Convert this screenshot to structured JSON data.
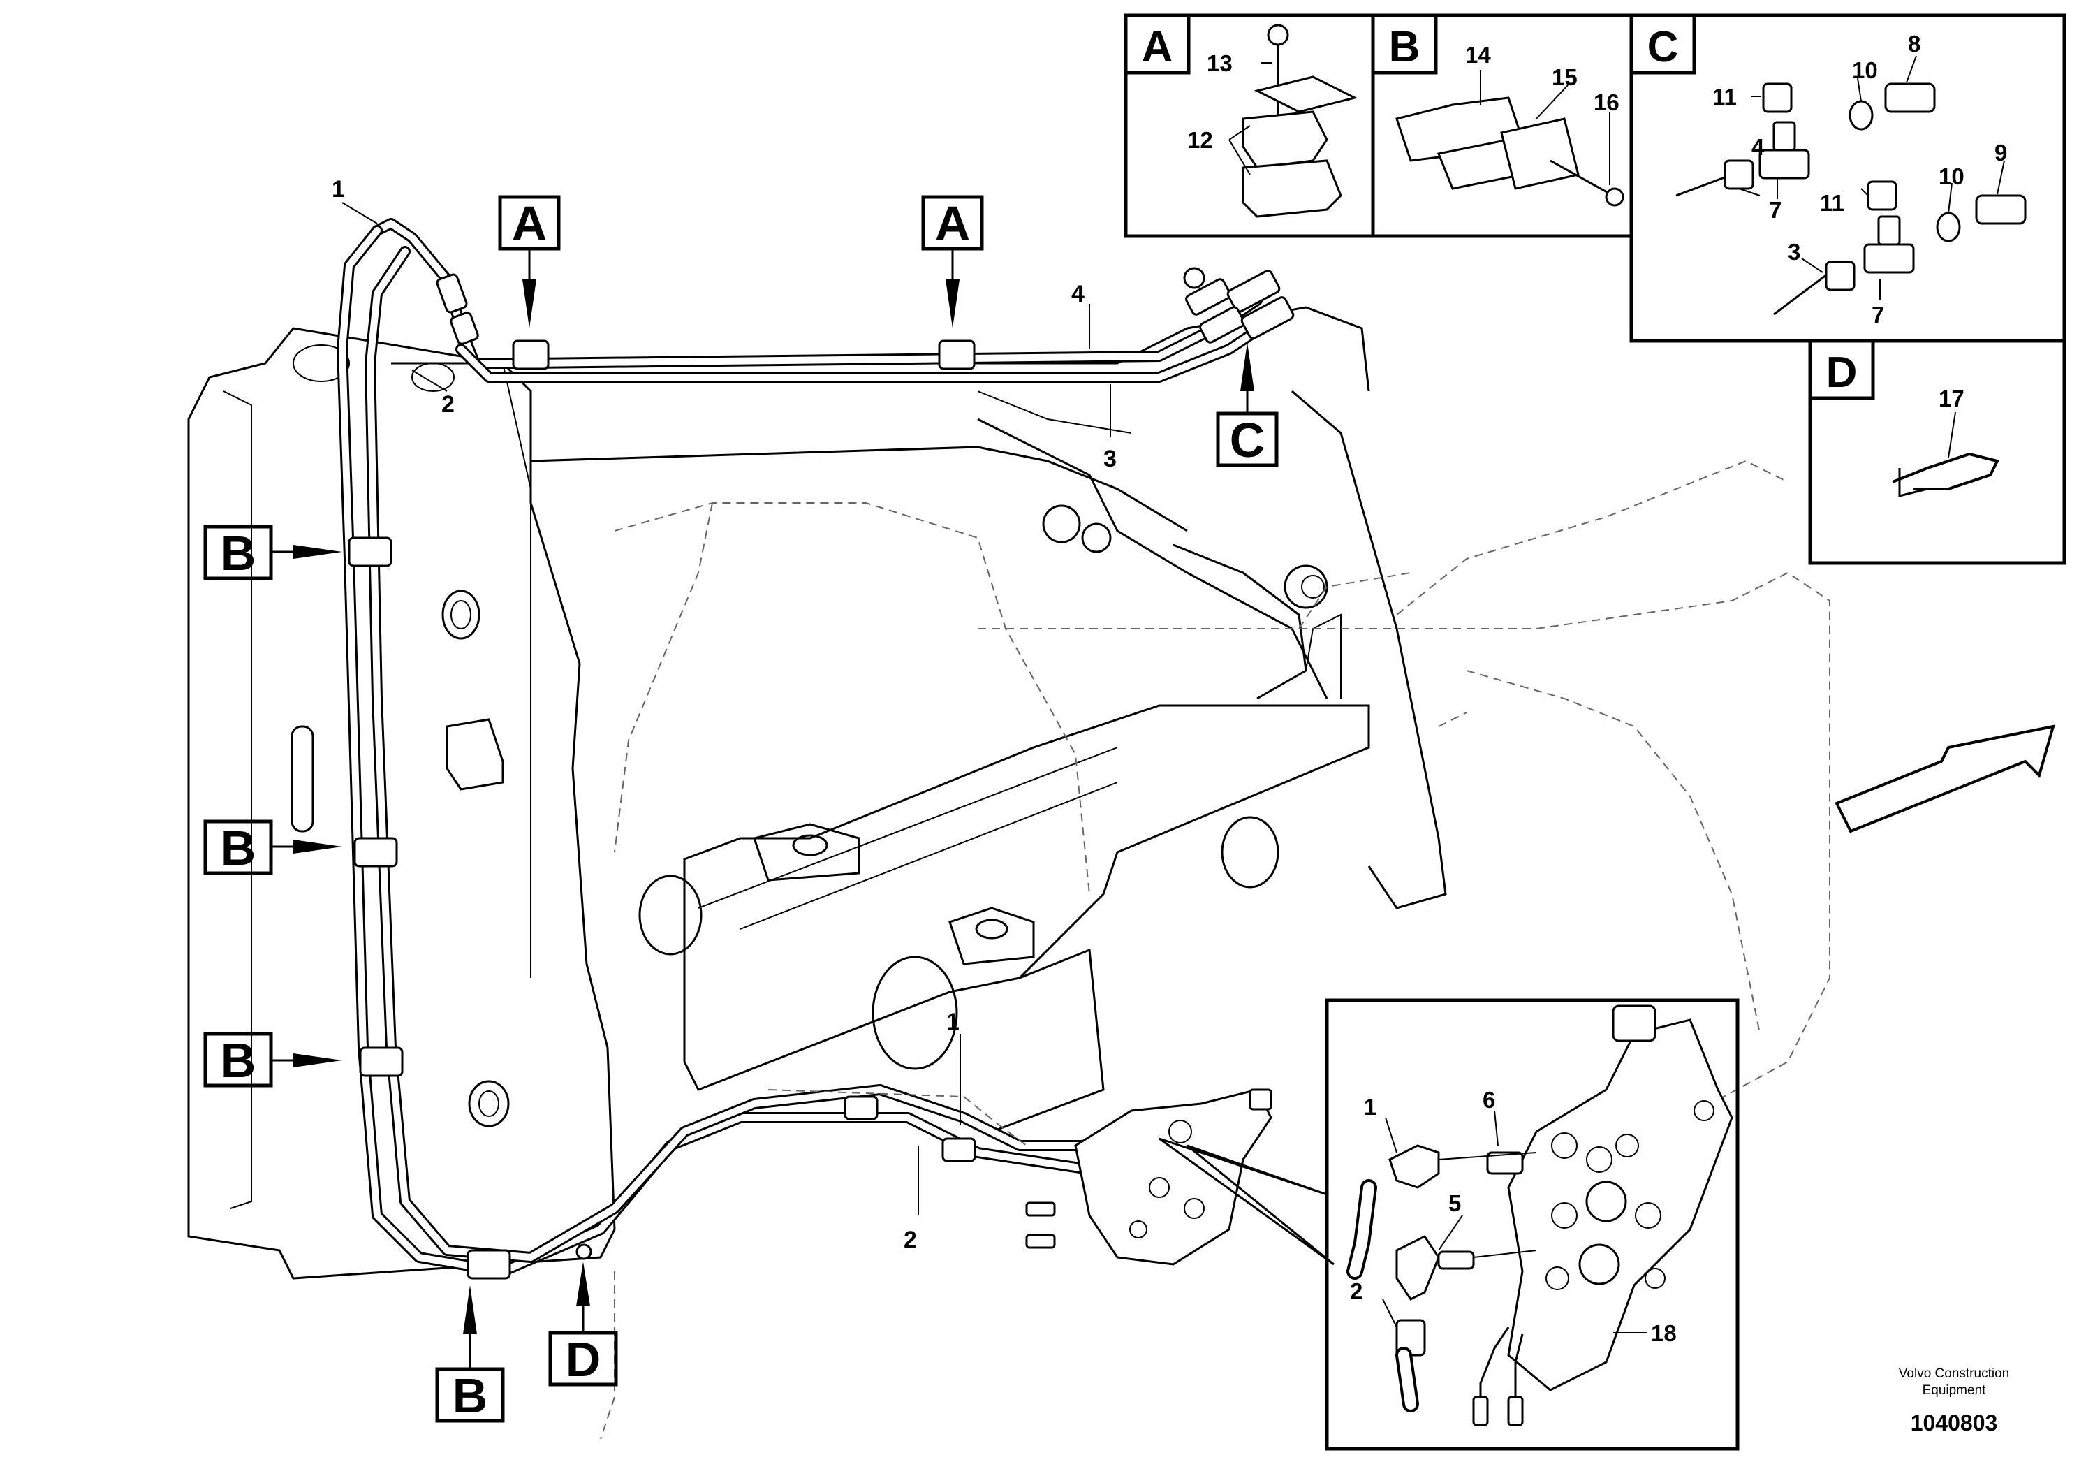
{
  "callouts": {
    "c1": "1",
    "c2": "2",
    "c3": "3",
    "c4": "4",
    "c5": "5",
    "c6": "6",
    "c7": "7",
    "c8": "8",
    "c9": "9",
    "c10": "10",
    "c11": "11",
    "c12": "12",
    "c13": "13",
    "c14": "14",
    "c15": "15",
    "c16": "16",
    "c17": "17",
    "c18": "18"
  },
  "boxes": {
    "A": "A",
    "B": "B",
    "C": "C",
    "D": "D"
  },
  "brand": {
    "line1": "Volvo Construction",
    "line2": "Equipment"
  },
  "reference": "1040803"
}
